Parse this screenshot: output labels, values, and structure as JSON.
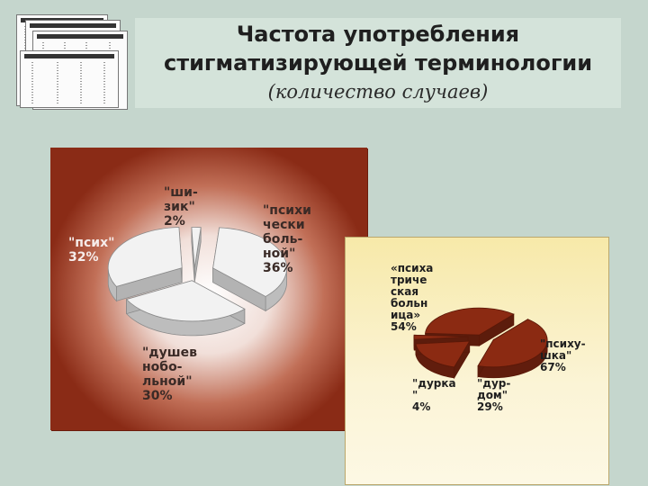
{
  "header": {
    "line1": "Частота употребления",
    "line2": "стигматизирующей терминологии",
    "line3": "(количество случаев)"
  },
  "chart_data": [
    {
      "type": "pie",
      "categories": [
        "\"ши-\nзик\"",
        "\"психи\nчески\nболь-\nной\"",
        "\"душев\nнобо-\nльной\"",
        "\"псих\""
      ],
      "values": [
        2,
        36,
        30,
        32
      ],
      "value_labels": [
        "2%",
        "36%",
        "30%",
        "32%"
      ],
      "colors": [
        "#f2f2f2",
        "#f2f2f2",
        "#f2f2f2",
        "#f2f2f2"
      ],
      "style": "exploded-3d"
    },
    {
      "type": "pie",
      "categories": [
        "«психа\nтриче\nская\nбольн\nица»",
        "\"психу-\nшка\"",
        "\"дур-\nдом\"",
        "\"дурка\n\""
      ],
      "values": [
        54,
        67,
        29,
        4
      ],
      "value_labels": [
        "54%",
        "67%",
        "29%",
        "4%"
      ],
      "colors": [
        "#8b2a12",
        "#8b2a12",
        "#8b2a12",
        "#8b2a12"
      ],
      "style": "exploded-3d"
    }
  ]
}
